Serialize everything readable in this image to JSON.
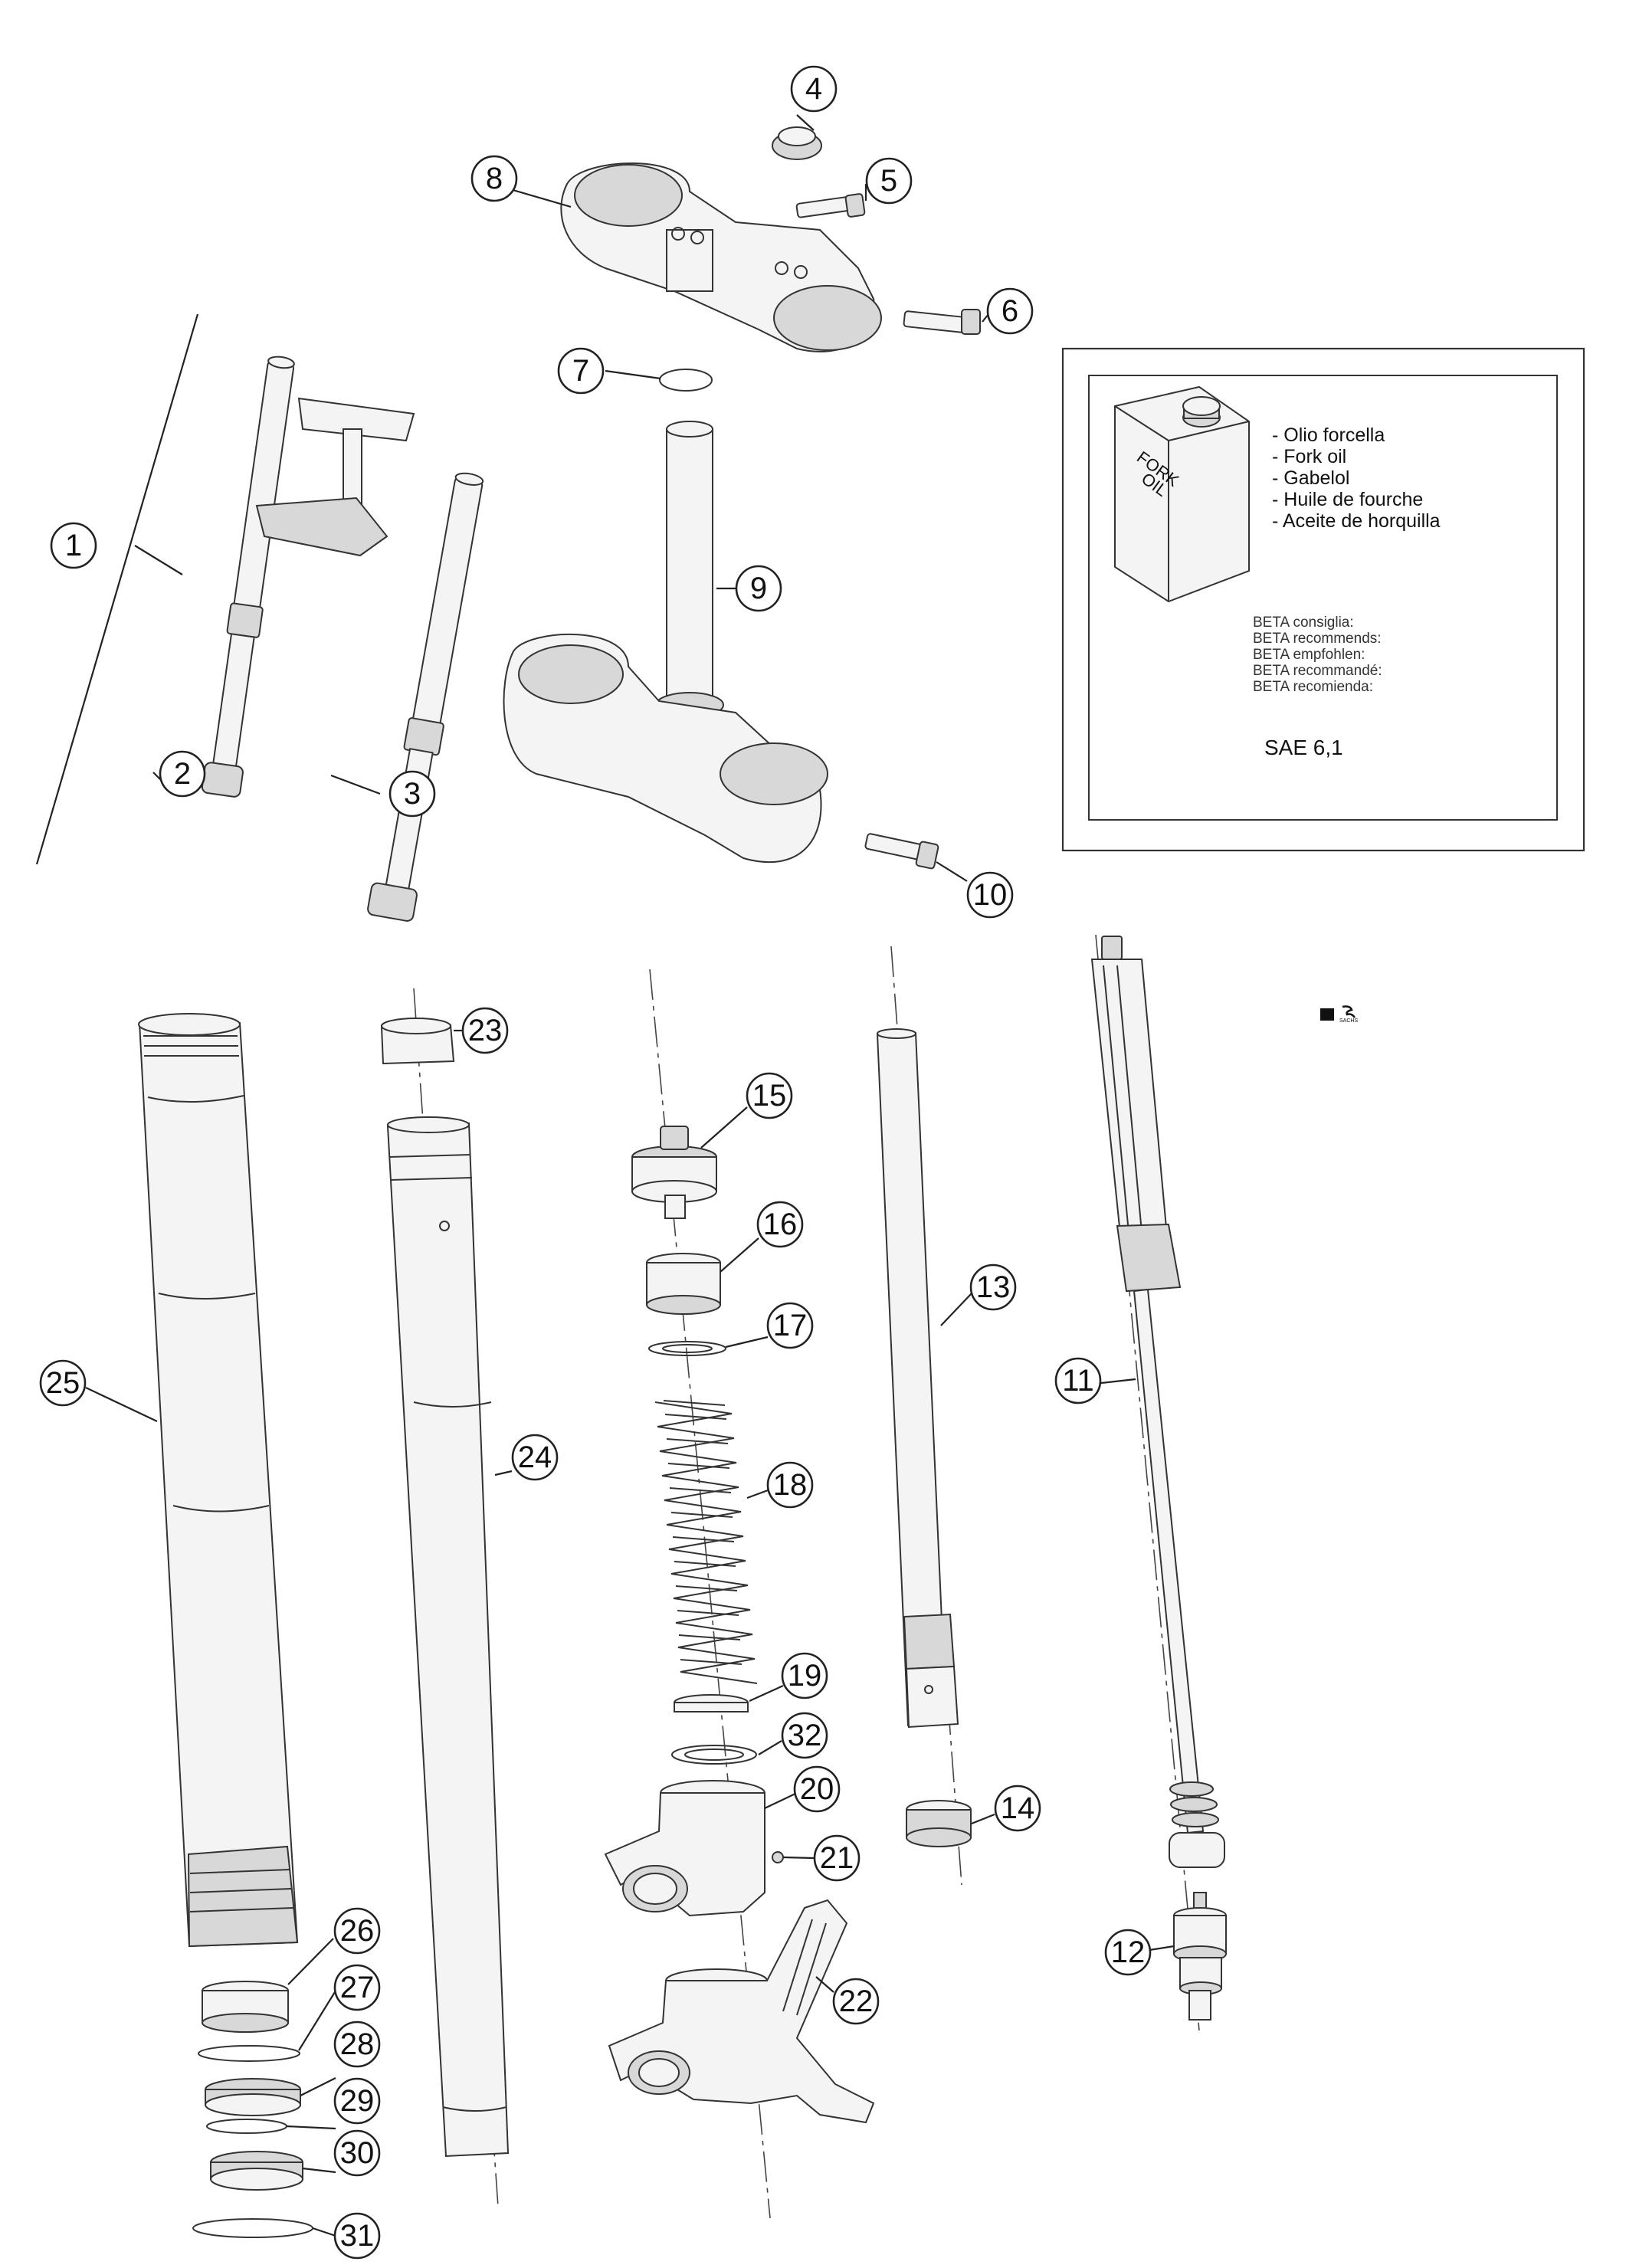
{
  "callouts": [
    "1",
    "2",
    "3",
    "4",
    "5",
    "6",
    "7",
    "8",
    "9",
    "10",
    "11",
    "12",
    "13",
    "14",
    "15",
    "16",
    "17",
    "18",
    "19",
    "20",
    "21",
    "22",
    "23",
    "24",
    "25",
    "26",
    "27",
    "28",
    "29",
    "30",
    "31",
    "32"
  ],
  "oil_box": {
    "can_label_line1": "FORK",
    "can_label_line2": "OIL",
    "names": [
      "- Olio forcella",
      "- Fork oil",
      "- Gabelol",
      "- Huile de fourche",
      "- Aceite de horquilla"
    ],
    "recommend": [
      "BETA consiglia:",
      "BETA recommends:",
      "BETA empfohlen:",
      "BETA recommandé:",
      "BETA recomienda:"
    ],
    "grade": "SAE 6,1"
  },
  "logo_small_text": "SACHS"
}
